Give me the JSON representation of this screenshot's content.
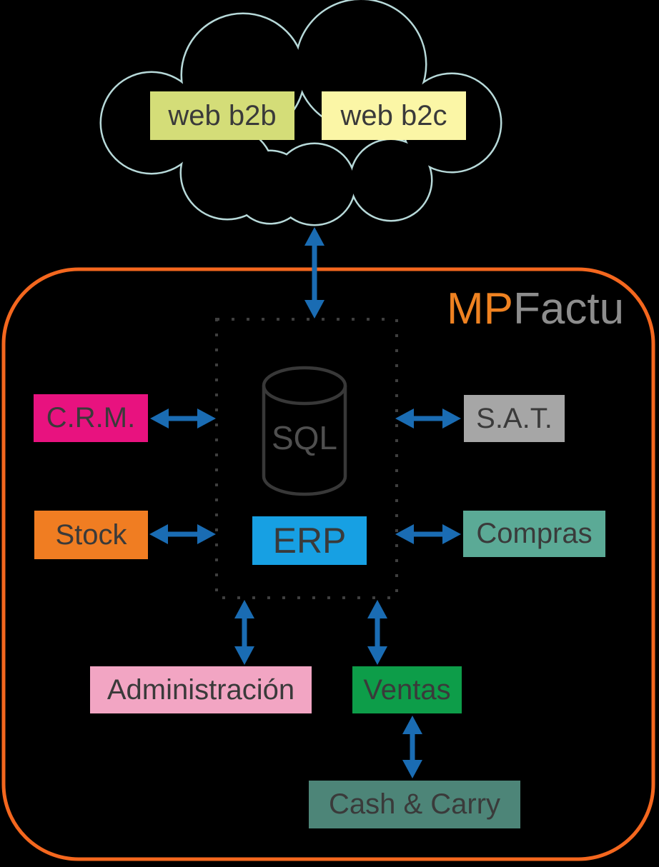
{
  "brand": {
    "mp": "MP",
    "factu": "Factu",
    "mp_color": "#ef8221",
    "factu_color": "#8d8d8d"
  },
  "colors": {
    "background": "#000000",
    "container_border": "#f4671e",
    "dotted_border": "#3f3f3f",
    "cloud_outline": "#b7d9d9",
    "arrow": "#1a6cb3",
    "label_text": "#3a3a3a"
  },
  "nodes": {
    "web_b2b": {
      "label": "web b2b",
      "fill": "#d4dd78"
    },
    "web_b2c": {
      "label": "web b2c",
      "fill": "#fbf6a6"
    },
    "sql": {
      "label": "SQL",
      "outline": "#383838",
      "text_color": "#4f4f4f"
    },
    "erp": {
      "label": "ERP",
      "fill": "#17a0e3"
    },
    "crm": {
      "label": "C.R.M.",
      "fill": "#e8127f"
    },
    "sat": {
      "label": "S.A.T.",
      "fill": "#a6a6a6"
    },
    "stock": {
      "label": "Stock",
      "fill": "#f07d22"
    },
    "compras": {
      "label": "Compras",
      "fill": "#5baa96"
    },
    "administracion": {
      "label": "Administración",
      "fill": "#f2a5c3"
    },
    "ventas": {
      "label": "Ventas",
      "fill": "#0d9d49"
    },
    "cash_carry": {
      "label": "Cash & Carry",
      "fill": "#4d8578"
    }
  },
  "connections": [
    {
      "from": "cloud",
      "to": "mpfactu-core",
      "type": "bidirectional"
    },
    {
      "from": "crm",
      "to": "core",
      "type": "bidirectional"
    },
    {
      "from": "sat",
      "to": "core",
      "type": "bidirectional"
    },
    {
      "from": "stock",
      "to": "core",
      "type": "bidirectional"
    },
    {
      "from": "compras",
      "to": "core",
      "type": "bidirectional"
    },
    {
      "from": "core",
      "to": "administracion",
      "type": "bidirectional"
    },
    {
      "from": "core",
      "to": "ventas",
      "type": "bidirectional"
    },
    {
      "from": "ventas",
      "to": "cash_carry",
      "type": "bidirectional"
    }
  ]
}
